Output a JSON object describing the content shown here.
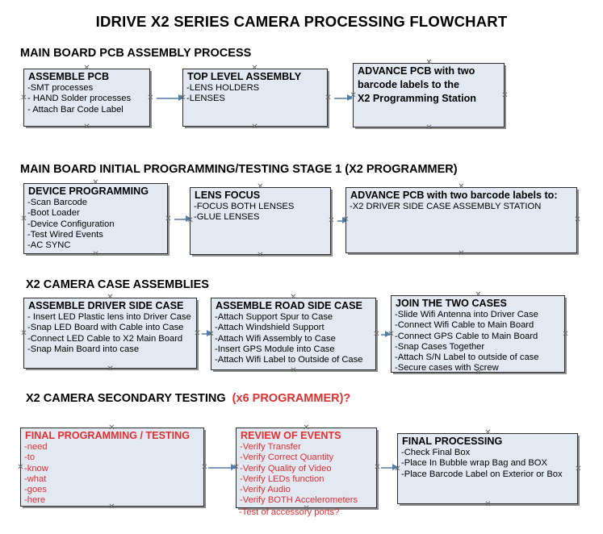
{
  "document": {
    "title": "IDRIVE X2  SERIES CAMERA PROCESSING FLOWCHART"
  },
  "sections": [
    {
      "id": "main-board-pcb-assembly",
      "heading": "MAIN BOARD PCB ASSEMBLY PROCESS",
      "heading_red": "",
      "boxes": [
        {
          "id": "assemble-pcb",
          "header": "ASSEMBLE PCB",
          "items": [
            "-SMT processes",
            "- HAND Solder processes",
            "- Attach Bar Code Label"
          ],
          "color": "black"
        },
        {
          "id": "top-level-assembly",
          "header": "TOP LEVEL ASSEMBLY",
          "items": [
            "-LENS HOLDERS",
            "-LENSES"
          ],
          "color": "black"
        },
        {
          "id": "advance-pcb-programming-station",
          "header": "ADVANCE PCB with two",
          "items": [
            "barcode labels to the",
            " X2 Programming Station"
          ],
          "color": "black",
          "all_bold": true
        }
      ]
    },
    {
      "id": "main-board-initial-programming",
      "heading": "MAIN BOARD INITIAL PROGRAMMING/TESTING STAGE 1 (X2 PROGRAMMER)",
      "heading_red": "",
      "boxes": [
        {
          "id": "device-programming",
          "header": "DEVICE PROGRAMMING",
          "items": [
            "-Scan Barcode",
            "-Boot Loader",
            "-Device Configuration",
            "-Test Wired Events",
            "-AC SYNC"
          ],
          "color": "black"
        },
        {
          "id": "lens-focus",
          "header": "LENS FOCUS",
          "items": [
            "-FOCUS BOTH LENSES",
            "-GLUE LENSES"
          ],
          "color": "black"
        },
        {
          "id": "advance-pcb-driver-side-case",
          "header": "ADVANCE PCB with two barcode labels to:",
          "items": [
            "-X2 DRIVER  SIDE  CASE  ASSEMBLY STATION"
          ],
          "color": "black"
        }
      ]
    },
    {
      "id": "x2-camera-case-assemblies",
      "heading": "X2 CAMERA CASE ASSEMBLIES",
      "heading_red": "",
      "boxes": [
        {
          "id": "assemble-driver-side-case",
          "header": "ASSEMBLE DRIVER SIDE CASE",
          "items": [
            "- Insert LED Plastic lens into Driver Case",
            "-Snap LED Board with Cable into Case",
            "-Connect LED Cable to X2 Main Board",
            "-Snap Main Board into case"
          ],
          "color": "black"
        },
        {
          "id": "assemble-road-side-case",
          "header": "ASSEMBLE ROAD SIDE CASE",
          "items": [
            "-Attach Support Spur to Case",
            "-Attach Windshield Support",
            "-Attach Wifi Assembly to Case",
            "-Insert GPS Module into Case",
            "-Attach Wifi Label to Outside of Case"
          ],
          "color": "black"
        },
        {
          "id": "join-the-two-cases",
          "header": "JOIN THE TWO CASES",
          "items": [
            "-Slide Wifi Antenna into Driver Case",
            "-Connect Wifi Cable to Main Board",
            "-Connect GPS Cable to Main Board",
            "-Snap Cases Together",
            "-Attach S/N Label to outside of case",
            "-Secure cases with Screw"
          ],
          "color": "black"
        }
      ]
    },
    {
      "id": "x2-camera-secondary-testing",
      "heading": "X2 CAMERA SECONDARY TESTING",
      "heading_red": "(x6 PROGRAMMER)?",
      "boxes": [
        {
          "id": "final-programming-testing",
          "header": "FINAL PROGRAMMING / TESTING",
          "items": [
            "-need",
            "-to",
            "-know",
            "-what",
            "-goes",
            "-here"
          ],
          "color": "red"
        },
        {
          "id": "review-of-events",
          "header": "REVIEW OF EVENTS",
          "items": [
            "-Verify Transfer",
            "-Verify Correct Quantity",
            "-Verify Quality of Video",
            "-Verify LEDs function",
            "-Verify Audio",
            "-Verify BOTH Accelerometers"
          ],
          "overflow_item": "-Test of accessory ports?",
          "color": "red"
        },
        {
          "id": "final-processing",
          "header": "FINAL PROCESSING",
          "items": [
            "-Check Final Box",
            "-Place In Bubble wrap Bag and BOX",
            "-Place Barcode Label on Exterior or Box"
          ],
          "color": "black"
        }
      ]
    }
  ],
  "colors": {
    "box_fill": "#e3e9f2",
    "box_border": "#2b2b2b",
    "connector": "#7d9cbb",
    "arrow_head": "#4a7fae",
    "red_text": "#e03030"
  }
}
